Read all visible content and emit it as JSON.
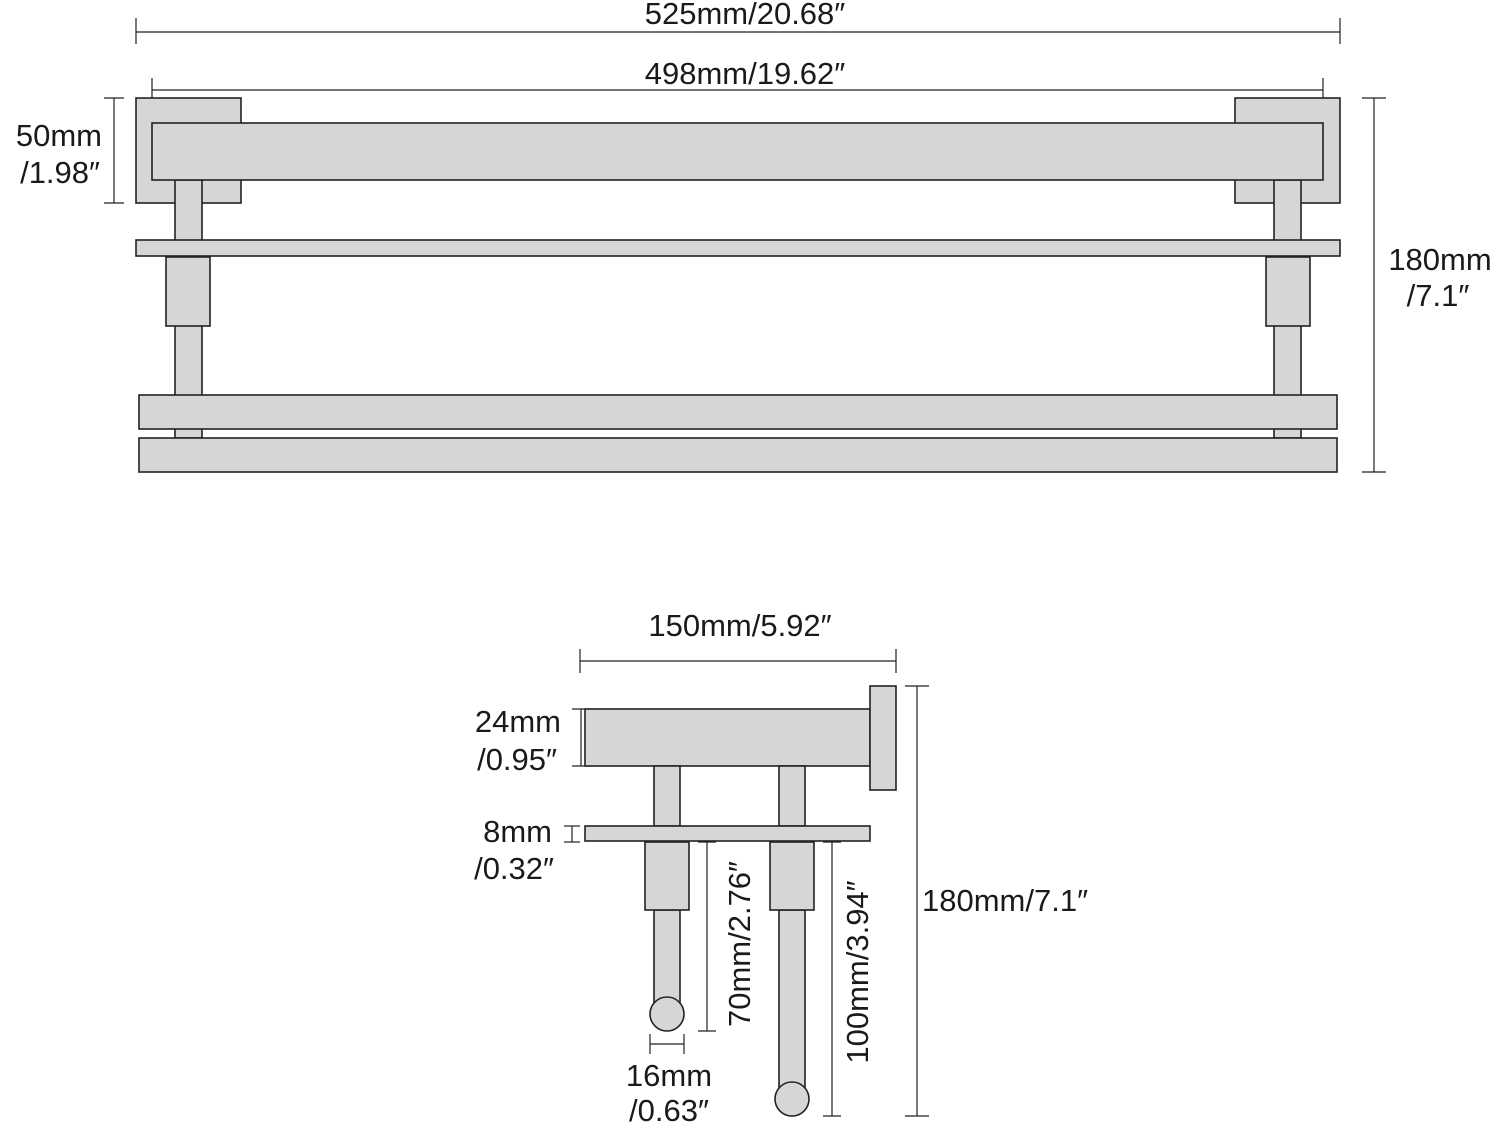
{
  "front_view": {
    "overall_width": "525mm/20.68″",
    "bar_length": "498mm/19.62″",
    "base_height_mm": "50mm",
    "base_height_in": "/1.98″",
    "total_height_mm": "180mm",
    "total_height_in": "/7.1″"
  },
  "side_view": {
    "depth": "150mm/5.92″",
    "bar_diameter_mm": "24mm",
    "bar_diameter_in": "/0.95″",
    "shelf_thickness_mm": "8mm",
    "shelf_thickness_in": "/0.32″",
    "short_rod_length": "70mm/2.76″",
    "long_rod_length": "100mm/3.94″",
    "rod_diameter_mm": "16mm",
    "rod_diameter_in": "/0.63″",
    "total_height": "180mm/7.1″"
  }
}
